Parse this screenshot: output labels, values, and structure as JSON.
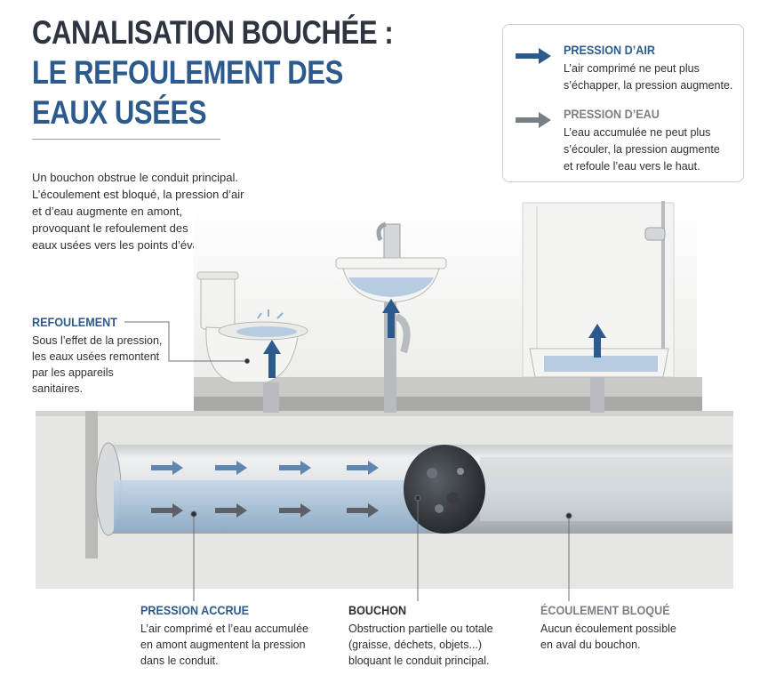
{
  "title": {
    "line1": "CANALISATION BOUCHÉE :",
    "line2": "LE REFOULEMENT DES",
    "line3": "EAUX USÉES"
  },
  "intro": {
    "lines": [
      "Un bouchon obstrue le conduit principal.",
      "L’écoulement est bloqué, la pression d’air",
      "et d’eau augmente en amont,",
      "provoquant le refoulement des",
      "eaux usées vers les points d’évacuation."
    ]
  },
  "legend": {
    "air": {
      "title": "PRESSION D’AIR",
      "lines": [
        "L’air comprimé ne peut plus",
        "s’échapper, la pression augmente."
      ],
      "color": "#2c5a8c"
    },
    "water": {
      "title": "PRESSION D’EAU",
      "lines": [
        "L’eau accumulée ne peut plus",
        "s’écouler, la pression augmente",
        "et refoule l’eau vers le haut."
      ],
      "color": "#7a7f86"
    }
  },
  "callouts": {
    "refoulement": {
      "title": "REFOULEMENT",
      "lines": [
        "Sous l’effet de la pression,",
        "les eaux usées remontent",
        "par les appareils",
        "sanitaires."
      ]
    },
    "pression_accrue": {
      "title": "PRESSION ACCRUE",
      "lines": [
        "L’air comprimé et l’eau accumulée",
        "en amont augmentent la pression",
        "dans le conduit."
      ]
    },
    "bouchon": {
      "title": "BOUCHON",
      "lines": [
        "Obstruction partielle ou totale",
        "(graisse, déchets, objets...)",
        "bloquant le conduit principal."
      ]
    },
    "ecoulement": {
      "title": "ÉCOULEMENT BLOQUÉ",
      "lines": [
        "Aucun écoulement possible",
        "en aval du bouchon."
      ]
    }
  },
  "colors": {
    "accent_blue": "#2c5a8c",
    "arrow_gray": "#7a7f86",
    "water": "#a9c4dc",
    "concrete": "#d9d9d6"
  }
}
